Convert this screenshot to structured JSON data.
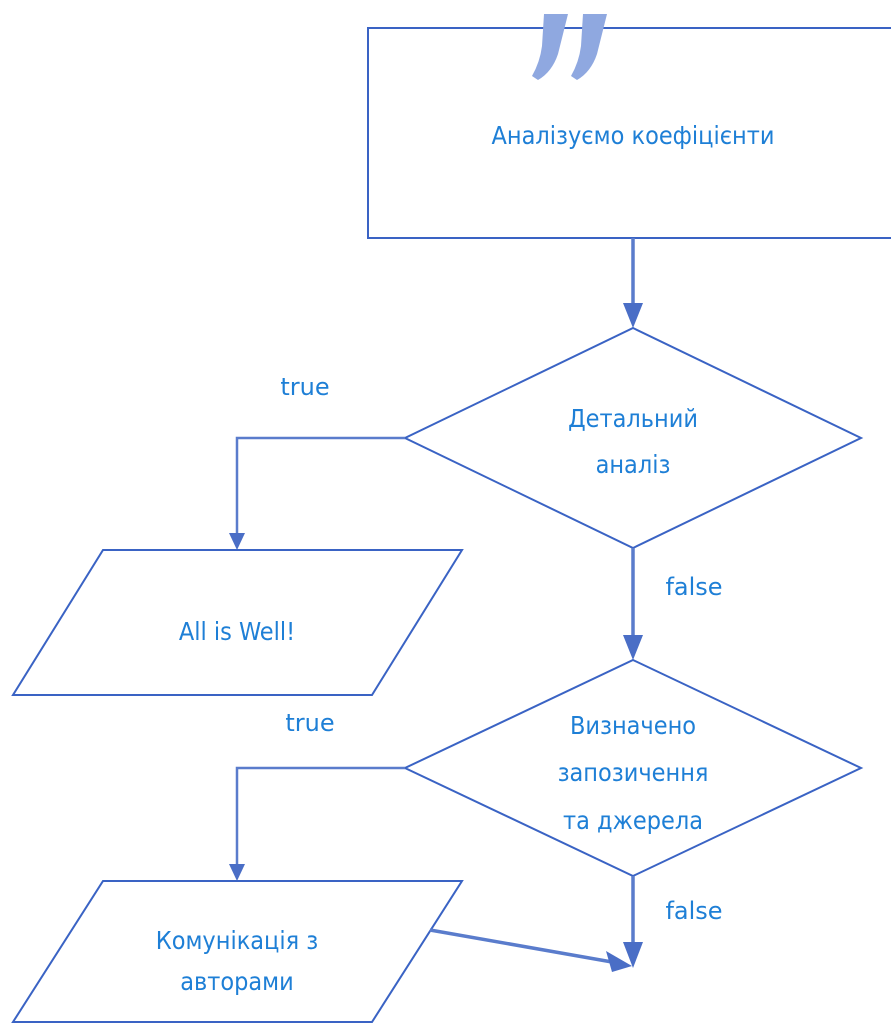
{
  "nodes": {
    "start": {
      "label": "Аналізуємо коефіцієнти"
    },
    "decision_detailed": {
      "lines": [
        "Детальний",
        "аналіз"
      ]
    },
    "output_all_well": {
      "label": "All is Well!"
    },
    "decision_borrowing": {
      "lines": [
        "Визначено",
        "запозичення",
        "та джерела"
      ]
    },
    "output_communication": {
      "lines": [
        "Комунікація з",
        "авторами"
      ]
    }
  },
  "edges": {
    "detailed_true": "true",
    "detailed_false": "false",
    "borrowing_true": "true",
    "borrowing_false": "false"
  },
  "colors": {
    "outline": "#3a63c4",
    "connector": "#5a7ccc",
    "text": "#1e7fd6",
    "quote_accent": "#8fa8e0"
  },
  "icons": {
    "quote": "double-quote-icon"
  }
}
